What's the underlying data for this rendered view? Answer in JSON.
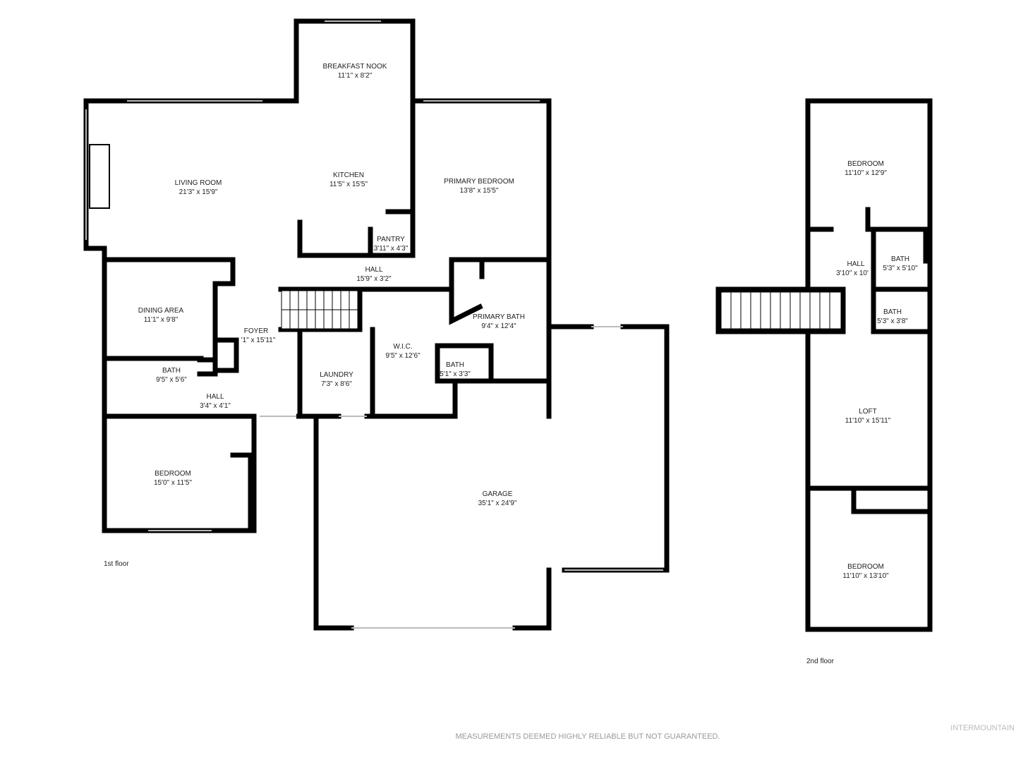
{
  "rooms": {
    "breakfast_nook": {
      "name": "BREAKFAST NOOK",
      "dim": "11'1\" x 8'2\""
    },
    "living_room": {
      "name": "LIVING ROOM",
      "dim": "21'3\" x 15'9\""
    },
    "kitchen": {
      "name": "KITCHEN",
      "dim": "11'5\" x 15'5\""
    },
    "primary_bedroom": {
      "name": "PRIMARY BEDROOM",
      "dim": "13'8\" x 15'5\""
    },
    "pantry": {
      "name": "PANTRY",
      "dim": "3'11\" x 4'3\""
    },
    "hall1": {
      "name": "HALL",
      "dim": "15'9\" x 3'2\""
    },
    "dining": {
      "name": "DINING AREA",
      "dim": "11'1\" x 9'8\""
    },
    "foyer": {
      "name": "FOYER",
      "dim": "'1\" x 15'11\""
    },
    "wic": {
      "name": "W.I.C.",
      "dim": "9'5\" x 12'6\""
    },
    "primary_bath": {
      "name": "PRIMARY BATH",
      "dim": "9'4\" x 12'4\""
    },
    "bath1": {
      "name": "BATH",
      "dim": "9'5\" x 5'6\""
    },
    "laundry": {
      "name": "LAUNDRY",
      "dim": "7'3\" x 8'6\""
    },
    "bath2": {
      "name": "BATH",
      "dim": "5'1\" x 3'3\""
    },
    "hall2": {
      "name": "HALL",
      "dim": "3'4\" x 4'1\""
    },
    "bedroom1": {
      "name": "BEDROOM",
      "dim": "15'0\" x 11'5\""
    },
    "garage": {
      "name": "GARAGE",
      "dim": "35'1\" x 24'9\""
    },
    "up_bedroom1": {
      "name": "BEDROOM",
      "dim": "11'10\" x 12'9\""
    },
    "up_hall": {
      "name": "HALL",
      "dim": "3'10\" x 10'"
    },
    "up_bath1": {
      "name": "BATH",
      "dim": "5'3\" x 5'10\""
    },
    "up_bath2": {
      "name": "BATH",
      "dim": "5'3\" x 3'8\""
    },
    "loft": {
      "name": "LOFT",
      "dim": "11'10\" x 15'11\""
    },
    "up_bedroom2": {
      "name": "BEDROOM",
      "dim": "11'10\" x 13'10\""
    }
  },
  "floors": {
    "first": "1st floor",
    "second": "2nd floor"
  },
  "disclaimer": "MEASUREMENTS DEEMED HIGHLY RELIABLE BUT NOT GUARANTEED.",
  "brand": "INTERMOUNTAIN"
}
